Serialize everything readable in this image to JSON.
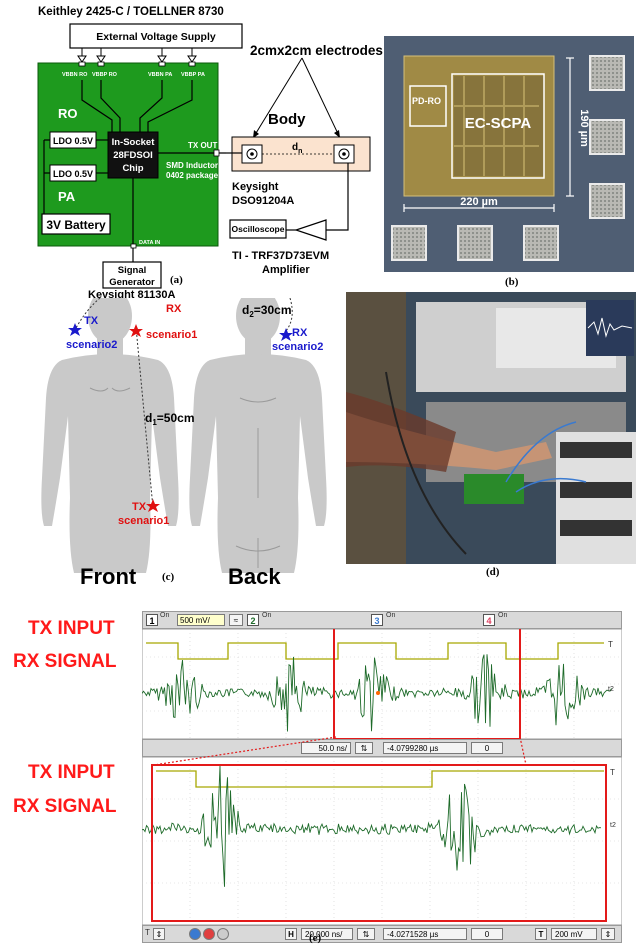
{
  "panel_a": {
    "top_label": "Keithley 2425-C / TOELLNER 8730",
    "supply": "External Voltage Supply",
    "pins": [
      "VBBN RO",
      "VBBP RO",
      "VBBN PA",
      "VBBP PA"
    ],
    "ro": "RO",
    "pa": "PA",
    "ldo1": "LDO 0.5V",
    "ldo2": "LDO 0.5V",
    "chip_lines": [
      "In-Socket",
      "28FDSOI",
      "Chip"
    ],
    "battery": "3V Battery",
    "tx_out": "TX OUT",
    "inductor_lines": [
      "SMD Inductor",
      "0402 package"
    ],
    "data_in": "DATA IN",
    "siggen_lines": [
      "Signal",
      "Generator"
    ],
    "siggen_model": "Keysight 81130A",
    "electrodes": "2cmx2cm electrodes",
    "body": "Body",
    "dn": "d",
    "dn_sub": "n",
    "scope_model_lines": [
      "Keysight",
      "DSO91204A"
    ],
    "oscilloscope": "Oscilloscope",
    "amp_lines": [
      "TI - TRF37D73EVM",
      "Amplifier"
    ],
    "caption": "(a)"
  },
  "panel_b": {
    "pd_ro": "PD-RO",
    "ec_scpa": "EC-SCPA",
    "dim_h": "190 µm",
    "dim_w": "220 µm",
    "caption": "(b)"
  },
  "panel_c": {
    "tx1": "TX",
    "sc2_front": "scenario2",
    "rx1": "RX",
    "sc1_rx": "scenario1",
    "d1": "d",
    "d1_sub": "1",
    "d1_val": "=50cm",
    "tx_bottom": "TX",
    "sc1_tx": "scenario1",
    "d2": "d",
    "d2_sub": "2",
    "d2_val": "=30cm",
    "rx_back": "RX",
    "sc2_back": "scenario2",
    "front": "Front",
    "back": "Back",
    "caption": "(c)"
  },
  "panel_d": {
    "caption": "(d)"
  },
  "panel_e": {
    "ch1": "1",
    "ch2": "2",
    "ch3": "3",
    "ch4": "4",
    "on": "On",
    "volts": "500 mV/",
    "timebase": "50.0 ns/",
    "delay": "-4.0799280 µs",
    "zero": "0",
    "bottom_timebase": "20.000 ns/",
    "bottom_delay": "-4.0271528 µs",
    "bottom_zero": "0",
    "trigger": "200 mV",
    "h_label": "H",
    "t_label": "T",
    "tx_input": "TX INPUT",
    "rx_signal": "RX SIGNAL",
    "tx_input2": "TX INPUT",
    "rx_signal2": "RX SIGNAL",
    "caption": "(e)"
  },
  "colors": {
    "pcb_green": "#1e9a1e",
    "trace_yellow": "#a8a800",
    "trace_green": "#1e6b2a",
    "highlight_red": "#e31a1a",
    "body_peach": "#fbe3cf",
    "label_blue": "#1a1acc",
    "label_red": "#e01010"
  }
}
